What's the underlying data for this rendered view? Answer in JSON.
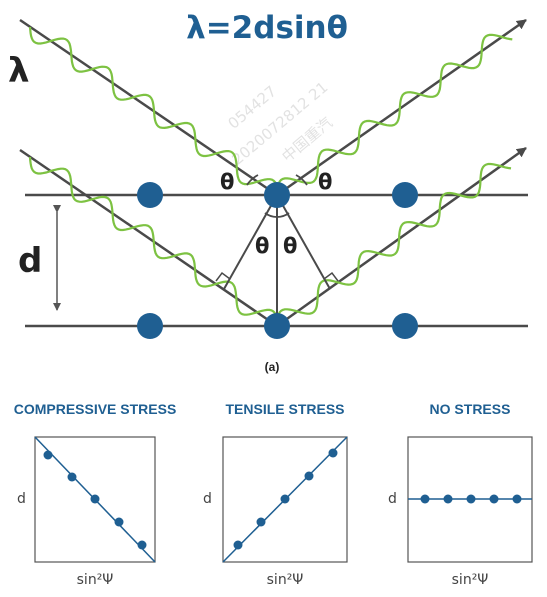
{
  "equation": "λ=2dsinθ",
  "wavelength_label": "λ",
  "spacing_label": "d",
  "angle_label": "θ",
  "caption": "(a)",
  "watermark": {
    "lines": [
      "054427",
      "2020072812 21",
      "中国重汽"
    ]
  },
  "colors": {
    "blue": "#1f5f92",
    "green": "#7dc242",
    "line": "#4a4a4a"
  },
  "plots": [
    {
      "title": "COMPRESSIVE STRESS",
      "ylabel": "d",
      "xlabel": "sin²Ψ"
    },
    {
      "title": "TENSILE STRESS",
      "ylabel": "d",
      "xlabel": "sin²Ψ"
    },
    {
      "title": "NO STRESS",
      "ylabel": "d",
      "xlabel": "sin²Ψ"
    }
  ]
}
